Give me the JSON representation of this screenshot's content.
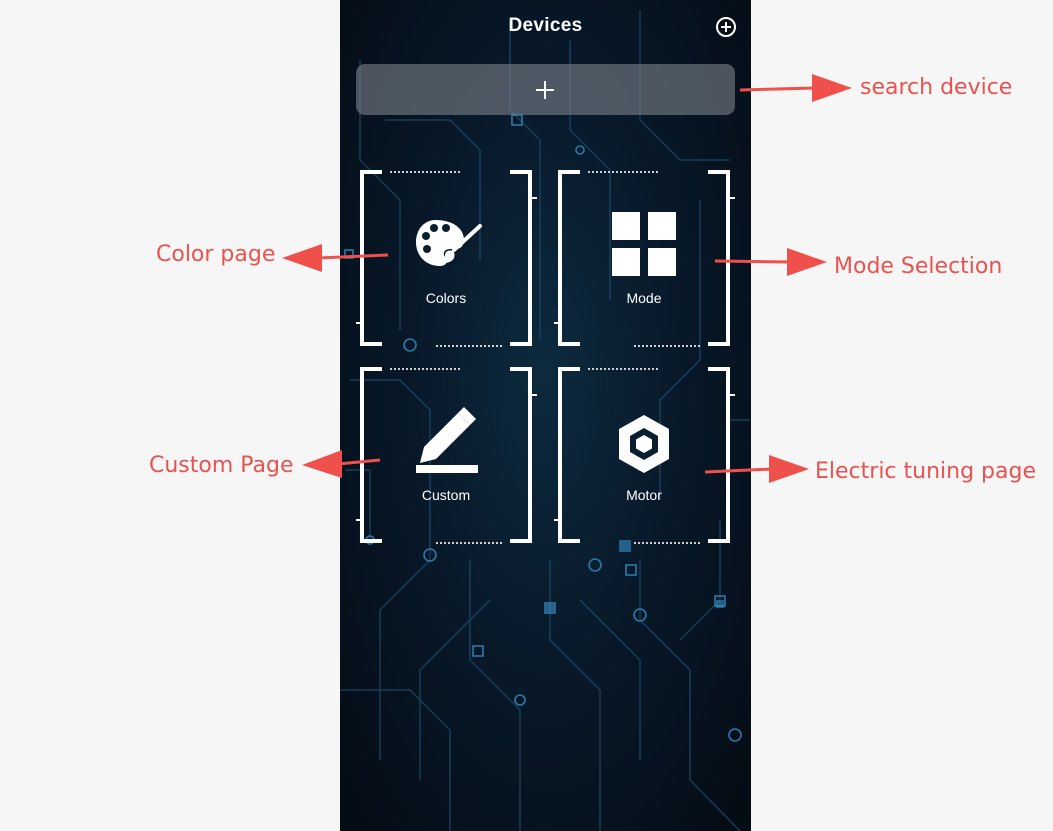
{
  "header": {
    "title": "Devices",
    "add_icon": "add-circle-icon"
  },
  "search": {
    "icon": "plus-icon"
  },
  "tiles": [
    {
      "label": "Colors",
      "icon": "palette-icon"
    },
    {
      "label": "Mode",
      "icon": "grid-icon"
    },
    {
      "label": "Custom",
      "icon": "pencil-icon"
    },
    {
      "label": "Motor",
      "icon": "hexagon-nut-icon"
    }
  ],
  "annotations": {
    "search": "search device",
    "color": "Color page",
    "mode": "Mode Selection",
    "custom": "Custom Page",
    "motor": "Electric tuning page"
  },
  "colors": {
    "annotation": "#e8534f",
    "background": "#06131f",
    "accent": "#1a5a86"
  }
}
